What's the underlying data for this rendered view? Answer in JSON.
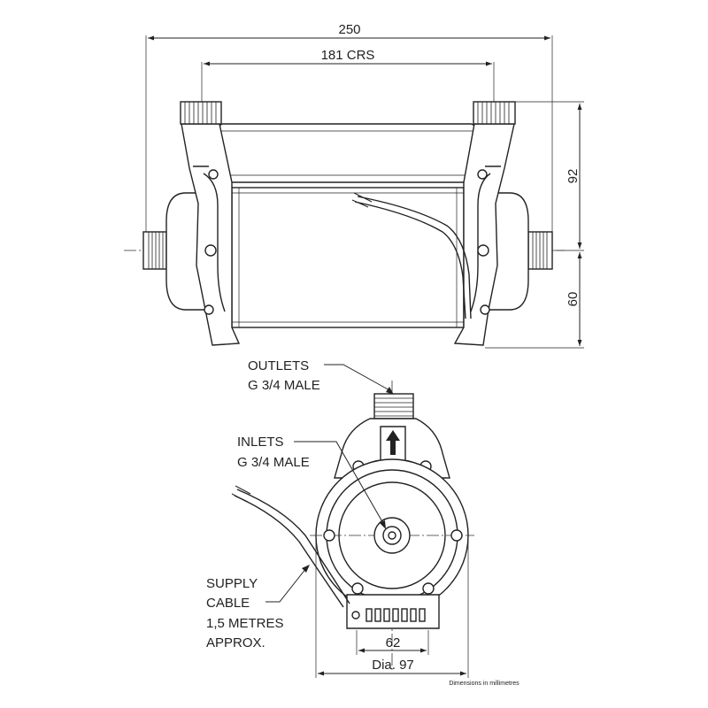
{
  "dimensions": {
    "overall_length": "250",
    "inlet_centres": "181 CRS",
    "height_above_axis": "92",
    "height_below_axis": "60",
    "port_width": "62",
    "body_diameter": "Dia. 97"
  },
  "callouts": {
    "outlets": [
      "OUTLETS",
      "G 3/4 MALE"
    ],
    "inlets": [
      "INLETS",
      "G 3/4 MALE"
    ],
    "supply_cable": [
      "SUPPLY",
      "CABLE",
      "1,5 METRES",
      "APPROX."
    ]
  },
  "footnote": "Dimensions in millimetres"
}
